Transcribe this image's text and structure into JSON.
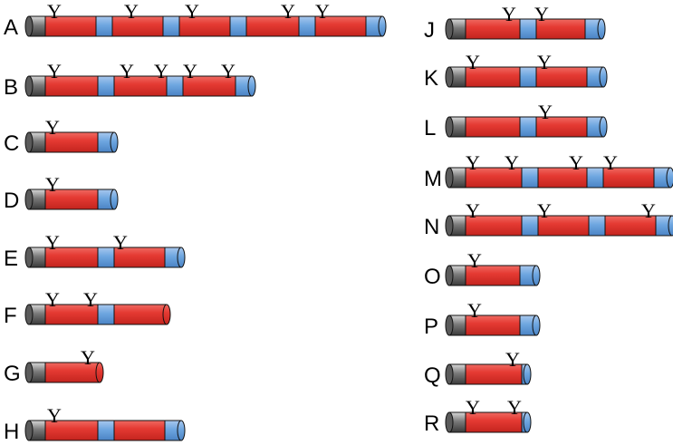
{
  "colors": {
    "domain": "#e53a33",
    "linker": "#6ea6e0",
    "cap": "#8a8a8a",
    "outline": "#111111",
    "glycan": "#000000"
  },
  "glycan_symbol": "Y",
  "constructs": [
    {
      "label": "A",
      "segments": [
        "cap",
        "domain",
        "linker",
        "domain",
        "linker",
        "domain",
        "linker",
        "domain",
        "linker",
        "domain",
        "linker"
      ],
      "glycan_sites": [
        1,
        3,
        5,
        7,
        9
      ]
    },
    {
      "label": "B",
      "segments": [
        "cap",
        "domain",
        "linker",
        "domain",
        "linker",
        "domain",
        "linker"
      ],
      "glycan_sites": [
        1,
        3,
        3,
        5,
        5
      ]
    },
    {
      "label": "C",
      "segments": [
        "cap",
        "domain",
        "linker"
      ],
      "glycan_sites": [
        1
      ]
    },
    {
      "label": "D",
      "segments": [
        "cap",
        "domain",
        "linker"
      ],
      "glycan_sites": [
        1
      ]
    },
    {
      "label": "E",
      "segments": [
        "cap",
        "domain",
        "linker",
        "domain",
        "linker"
      ],
      "glycan_sites": [
        1,
        3
      ]
    },
    {
      "label": "F",
      "segments": [
        "cap",
        "domain",
        "linker",
        "domain"
      ],
      "glycan_sites": [
        1,
        1
      ]
    },
    {
      "label": "G",
      "segments": [
        "cap",
        "domain"
      ],
      "glycan_sites": [
        1
      ]
    },
    {
      "label": "H",
      "segments": [
        "cap",
        "domain",
        "linker",
        "domain",
        "linker"
      ],
      "glycan_sites": [
        1
      ]
    },
    {
      "label": "J",
      "segments": [
        "cap",
        "domain",
        "linker",
        "domain",
        "linker"
      ],
      "glycan_sites": [
        1,
        3
      ]
    },
    {
      "label": "K",
      "segments": [
        "cap",
        "domain",
        "linker",
        "domain",
        "linker"
      ],
      "glycan_sites": [
        1,
        3
      ]
    },
    {
      "label": "L",
      "segments": [
        "cap",
        "domain",
        "linker",
        "domain",
        "linker"
      ],
      "glycan_sites": [
        3
      ]
    },
    {
      "label": "M",
      "segments": [
        "cap",
        "domain",
        "linker",
        "domain",
        "linker",
        "domain",
        "linker"
      ],
      "glycan_sites": [
        1,
        1,
        3,
        5
      ]
    },
    {
      "label": "N",
      "segments": [
        "cap",
        "domain",
        "linker",
        "domain",
        "linker",
        "domain",
        "linker"
      ],
      "glycan_sites": [
        1,
        3,
        5
      ]
    },
    {
      "label": "O",
      "segments": [
        "cap",
        "domain",
        "linker"
      ],
      "glycan_sites": [
        1
      ]
    },
    {
      "label": "P",
      "segments": [
        "cap",
        "domain",
        "linker"
      ],
      "glycan_sites": [
        1
      ]
    },
    {
      "label": "Q",
      "segments": [
        "cap",
        "domain",
        "linker"
      ],
      "glycan_sites": [
        1
      ]
    },
    {
      "label": "R",
      "segments": [
        "cap",
        "domain",
        "linker"
      ],
      "glycan_sites": [
        1,
        1
      ]
    }
  ]
}
